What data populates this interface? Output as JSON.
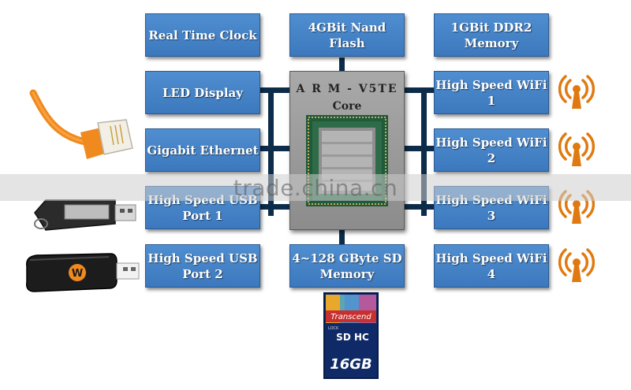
{
  "diagram": {
    "core": {
      "line1": "A R M  - V5TE",
      "line2": "Core"
    },
    "left": [
      {
        "line1": "Real Time Clock",
        "line2": ""
      },
      {
        "line1": "LED Display",
        "line2": ""
      },
      {
        "line1": "Gigabit Ethernet",
        "line2": ""
      },
      {
        "line1": "High Speed USB",
        "line2": "Port 1"
      },
      {
        "line1": "High Speed USB",
        "line2": "Port 2"
      }
    ],
    "center": [
      {
        "line1": "4GBit Nand",
        "line2": "Flash"
      },
      {
        "line1": "4~128 GByte SD",
        "line2": "Memory"
      }
    ],
    "right": [
      {
        "line1": "1GBit DDR2",
        "line2": "Memory"
      },
      {
        "line1": "High Speed WiFi",
        "line2": "1"
      },
      {
        "line1": "High Speed WiFi",
        "line2": "2"
      },
      {
        "line1": "High Speed WiFi",
        "line2": "3"
      },
      {
        "line1": "High Speed WiFi",
        "line2": "4"
      }
    ],
    "sdcard": {
      "brand": "Transcend",
      "lock": "LOCK",
      "class": "SD HC",
      "capacity": "16GB"
    },
    "modem_logo": "W"
  },
  "watermark": "trade.china.cn",
  "colors": {
    "box_fill": "#4a88cc",
    "bus": "#0d2c4a",
    "wifi": "#e07a10",
    "cable": "#f08a1e"
  },
  "icons": [
    "ethernet-cable-icon",
    "usb-flash-drive-icon",
    "usb-modem-icon",
    "sd-card-icon",
    "wifi-antenna-icon"
  ]
}
